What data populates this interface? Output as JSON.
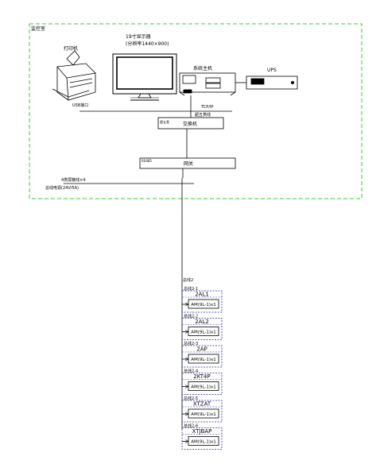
{
  "control_room": {
    "label": "监控室"
  },
  "printer": {
    "label": "打印机",
    "port_label": "USB接口"
  },
  "monitor": {
    "label_line1": "19寸显示器",
    "label_line2": "(分辨率1440×900)"
  },
  "host": {
    "label": "系统主机",
    "net_label_1": "TCP/IP",
    "net_label_2": "超五类线"
  },
  "ups": {
    "label": "UPS"
  },
  "switch": {
    "label": "交换机",
    "tag": "超五类"
  },
  "gateway": {
    "label": "网关",
    "tag": "RS485"
  },
  "bus_labels": {
    "line1": "4类屏蔽线×4",
    "line2": "总线电源(24V/5A)"
  },
  "trunk_label": "总线2",
  "modules": [
    {
      "branch": "总线2-1",
      "box": "2AL1",
      "device": "AM(9L-1)x1"
    },
    {
      "branch": "总线2-2",
      "box": "2AL2",
      "device": "AM(9L-1)x1"
    },
    {
      "branch": "总线2-3",
      "box": "2AP",
      "device": "AM(9L-1)x1"
    },
    {
      "branch": "总线2-4",
      "box": "2KT4P",
      "device": "AM(9L-1)x1"
    },
    {
      "branch": "总线2-5",
      "box": "XTZAT",
      "device": "AM(9L-1)x1"
    },
    {
      "branch": "总线2-6",
      "box": "XTJBAP",
      "device": "AM(9L-1)x1"
    }
  ]
}
